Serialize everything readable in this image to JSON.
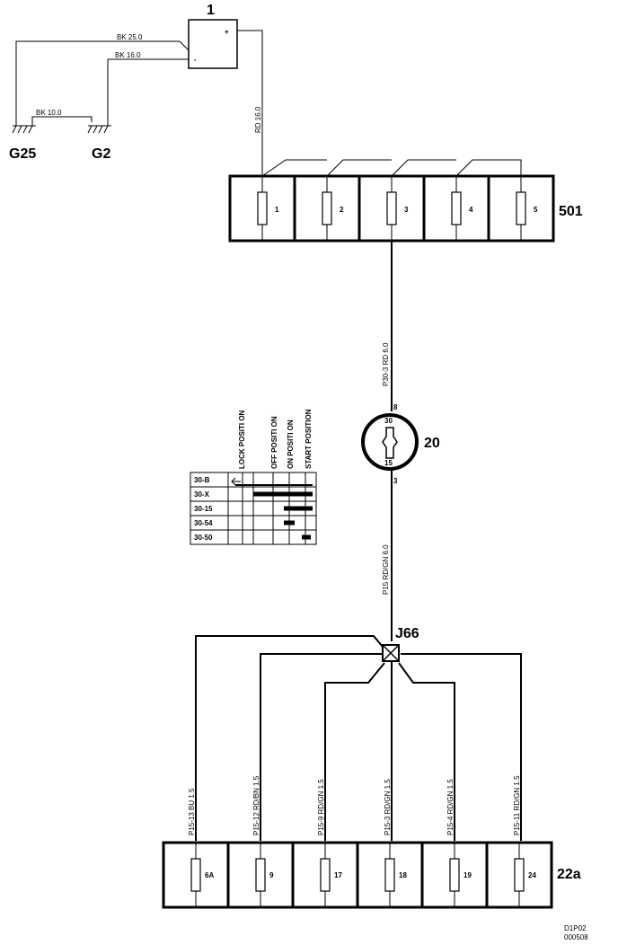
{
  "component_1": {
    "label": "1",
    "plus": "+",
    "minus": "-"
  },
  "ground_g25": {
    "label": "G25"
  },
  "ground_g2": {
    "label": "G2"
  },
  "wire_bk_25": {
    "label": "BK   25.0"
  },
  "wire_bk_16": {
    "label": "BK   16.0"
  },
  "wire_bk_10": {
    "label": "BK   10.0"
  },
  "wire_rd_16": {
    "label": "RD     16.0"
  },
  "fusebox_501": {
    "label": "501",
    "fuses": [
      "1",
      "2",
      "3",
      "4",
      "5"
    ]
  },
  "wire_p30_3": {
    "label": "P30-3    RD     6.0"
  },
  "ignition_switch": {
    "label": "20",
    "pin_top": "8",
    "pin_bottom": "3",
    "terminal_30": "30",
    "terminal_15": "15"
  },
  "switch_table": {
    "positions": [
      "LOCK POSITI ON",
      "OFF POSITI ON",
      "ON POSITI ON",
      "START  POSITION"
    ],
    "rows": [
      "30-B",
      "30-X",
      "30-15",
      "30-54",
      "30-50"
    ]
  },
  "wire_p15": {
    "label": "P15     RD/GN    6.0"
  },
  "junction": {
    "label": "J66"
  },
  "branch_wires": [
    {
      "label": "P15-13   BU     1.5"
    },
    {
      "label": "P15-12   RD/BN     1.5"
    },
    {
      "label": "P15-9    RD/GN     1.5"
    },
    {
      "label": "P15-3    RD/GN     1.5"
    },
    {
      "label": "P15-4    RD/GN     1.5"
    },
    {
      "label": "P15-11   RD/GN     1.5"
    }
  ],
  "fusebox_22a": {
    "label": "22a",
    "fuses": [
      "6A",
      "9",
      "17",
      "18",
      "19",
      "24"
    ]
  },
  "footer": {
    "line1": "D1P02",
    "line2": "000508"
  }
}
